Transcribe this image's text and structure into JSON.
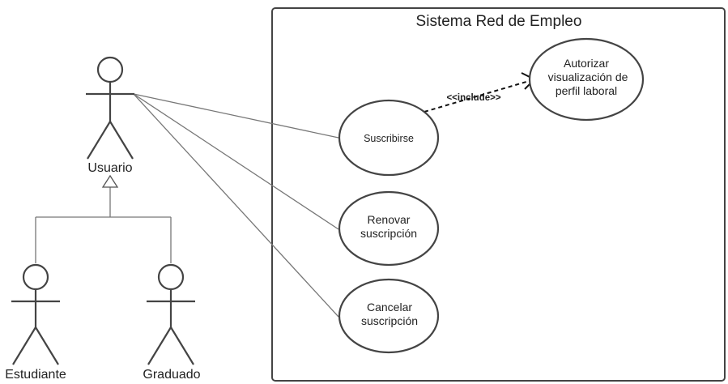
{
  "system": {
    "title": "Sistema Red de Empleo"
  },
  "actors": {
    "usuario": "Usuario",
    "estudiante": "Estudiante",
    "graduado": "Graduado"
  },
  "use_cases": {
    "autorizar": {
      "line1": "Autorizar",
      "line2": "visualización de",
      "line3": "perfil laboral"
    },
    "suscribirse": {
      "line1": "Suscribirse"
    },
    "renovar": {
      "line1": "Renovar",
      "line2": "suscripción"
    },
    "cancelar": {
      "line1": "Cancelar",
      "line2": "suscripción"
    }
  },
  "relations": {
    "include_label": "<<include>>"
  }
}
